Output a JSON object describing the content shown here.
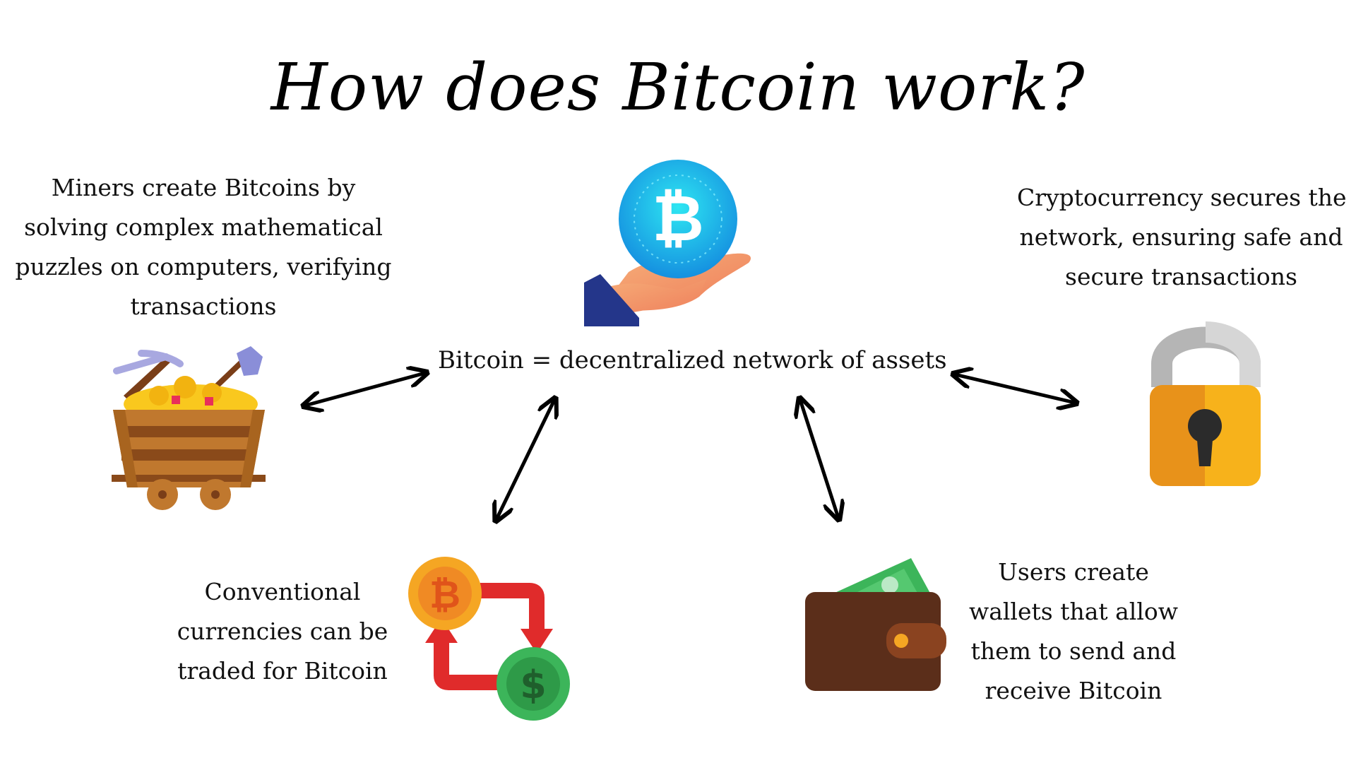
{
  "title": "How does Bitcoin work?",
  "center_label": "Bitcoin = decentralized network of assets",
  "nodes": {
    "miners": {
      "lines": [
        "Miners create Bitcoins by",
        "solving complex mathematical",
        "puzzles on computers, verifying",
        "transactions"
      ],
      "icon": "mining-cart-icon"
    },
    "security": {
      "lines": [
        "Cryptocurrency secures the",
        "network, ensuring safe and",
        "secure transactions"
      ],
      "icon": "padlock-icon"
    },
    "exchange": {
      "lines": [
        "Conventional",
        "currencies can be",
        "traded for Bitcoin"
      ],
      "icon": "currency-exchange-icon"
    },
    "wallets": {
      "lines": [
        "Users create",
        "wallets that allow",
        "them to send and",
        "receive Bitcoin"
      ],
      "icon": "wallet-icon"
    }
  },
  "center_icon": "hand-holding-bitcoin-icon",
  "colors": {
    "coin_blue": "#1aa6e6",
    "skin": "#f29a6e",
    "sleeve": "#24368a",
    "lock_gold": "#f7b21b",
    "cart_brown": "#a0612a",
    "wallet_brown": "#5b2e1a",
    "arrow_red": "#e02b2b",
    "money_green": "#3cb55a",
    "coin_orange": "#f5a623"
  }
}
